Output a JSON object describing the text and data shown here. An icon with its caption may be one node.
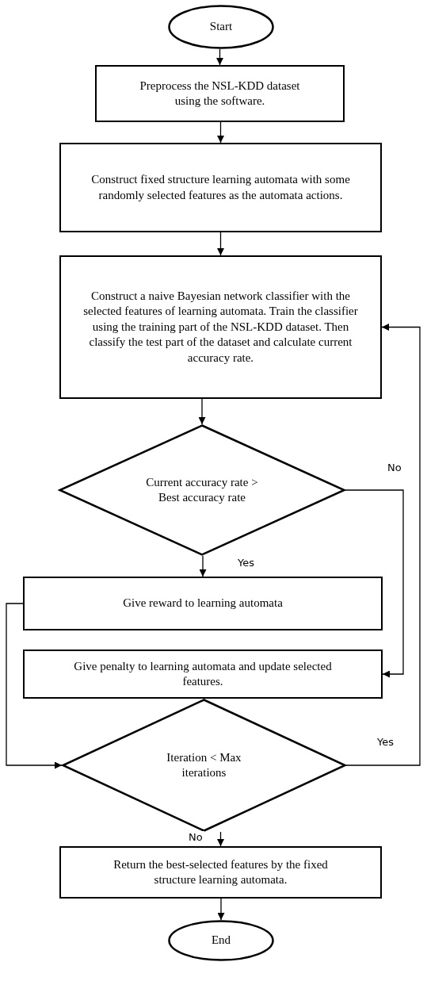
{
  "diagram": {
    "nodes": [
      {
        "text": [
          "Start"
        ]
      },
      {
        "text": [
          "Preprocess the NSL-KDD dataset using the software."
        ]
      },
      {
        "text": [
          "Construct fixed structure learning automata with some randomly selected features as the automata actions."
        ]
      },
      {
        "text": [
          "Construct a naive Bayesian network classifier with the selected features of learning automata. Train the classifier using the training part of the NSL-KDD dataset. Then classify the test part of the dataset and calculate current accuracy rate."
        ]
      },
      {
        "text": [
          "Current accuracy rate > Best accuracy rate"
        ]
      },
      {
        "text": [
          "Give reward to learning automata"
        ]
      },
      {
        "text": [
          "Give penalty to learning automata and update selected features."
        ]
      },
      {
        "text": [
          "Iteration < Max iterations"
        ]
      },
      {
        "text": [
          "Return the best-selected features by the fixed structure learning automata."
        ]
      },
      {
        "text": [
          "End"
        ]
      }
    ],
    "edges": [
      {
        "from": 0,
        "to": 1,
        "arrow": "to"
      },
      {
        "from": 1,
        "to": 2,
        "arrow": "to"
      },
      {
        "from": 2,
        "to": 3,
        "arrow": "to"
      },
      {
        "from": 3,
        "to": 4,
        "arrow": "to"
      },
      {
        "from": 4,
        "to": 5,
        "arrow": "to",
        "label": "Yes"
      },
      {
        "from": 4,
        "to": 6,
        "arrow": "to",
        "label": "No"
      },
      {
        "from": 5,
        "to": 7,
        "arrow": "to"
      },
      {
        "from": 7,
        "to": 3,
        "arrow": "to",
        "label": "Yes"
      },
      {
        "from": 7,
        "to": 8,
        "arrow": "to",
        "label": "No"
      },
      {
        "from": 8,
        "to": 9,
        "arrow": "to"
      }
    ]
  }
}
